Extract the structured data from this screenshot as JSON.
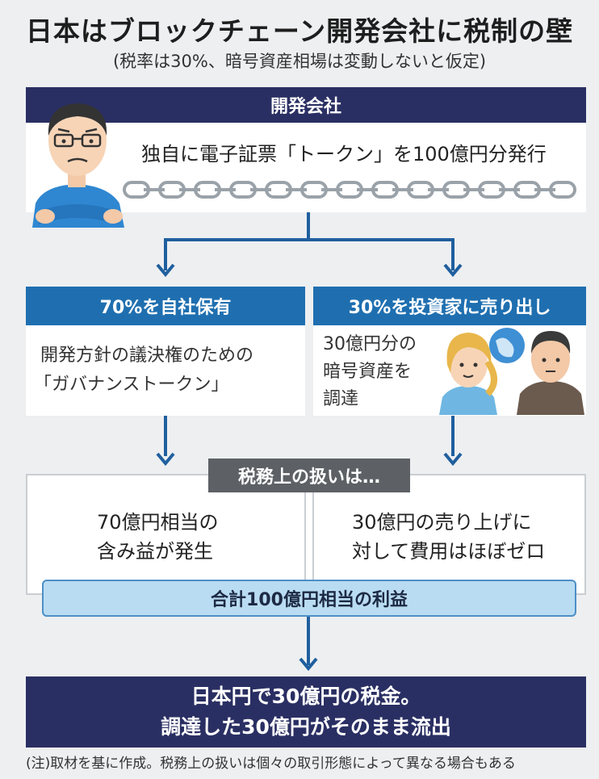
{
  "title": "日本はブロックチェーン開発会社に税制の壁",
  "subtitle": "(税率は30%、暗号資産相場は変動しないと仮定)",
  "developer": {
    "header": "開発会社",
    "issue_text": "独自に電子証票「トークン」を100億円分発行"
  },
  "left_branch": {
    "header": "70%を自社保有",
    "line1": "開発方針の議決権のための",
    "line2": "「ガバナンストークン」"
  },
  "right_branch": {
    "header": "30%を投資家に売り出し",
    "line1": "30億円分の",
    "line2": "暗号資産を",
    "line3": "調達"
  },
  "tax_treatment": {
    "label": "税務上の扱いは…",
    "left_line1": "70億円相当の",
    "left_line2": "含み益が発生",
    "right_line1": "30億円の売り上げに",
    "right_line2": "対して費用はほぼゼロ",
    "total": "合計100億円相当の利益"
  },
  "result": {
    "line1": "日本円で30億円の税金。",
    "line2": "調達した30億円がそのまま流出"
  },
  "footnote": "(注)取材を基に作成。税務上の扱いは個々の取引形態によって異なる場合もある",
  "colors": {
    "navy": "#2a2f63",
    "blue": "#1f6fb0",
    "light_blue": "#b9dcf3",
    "gray_label": "#5d6166",
    "background": "#edeff1"
  }
}
